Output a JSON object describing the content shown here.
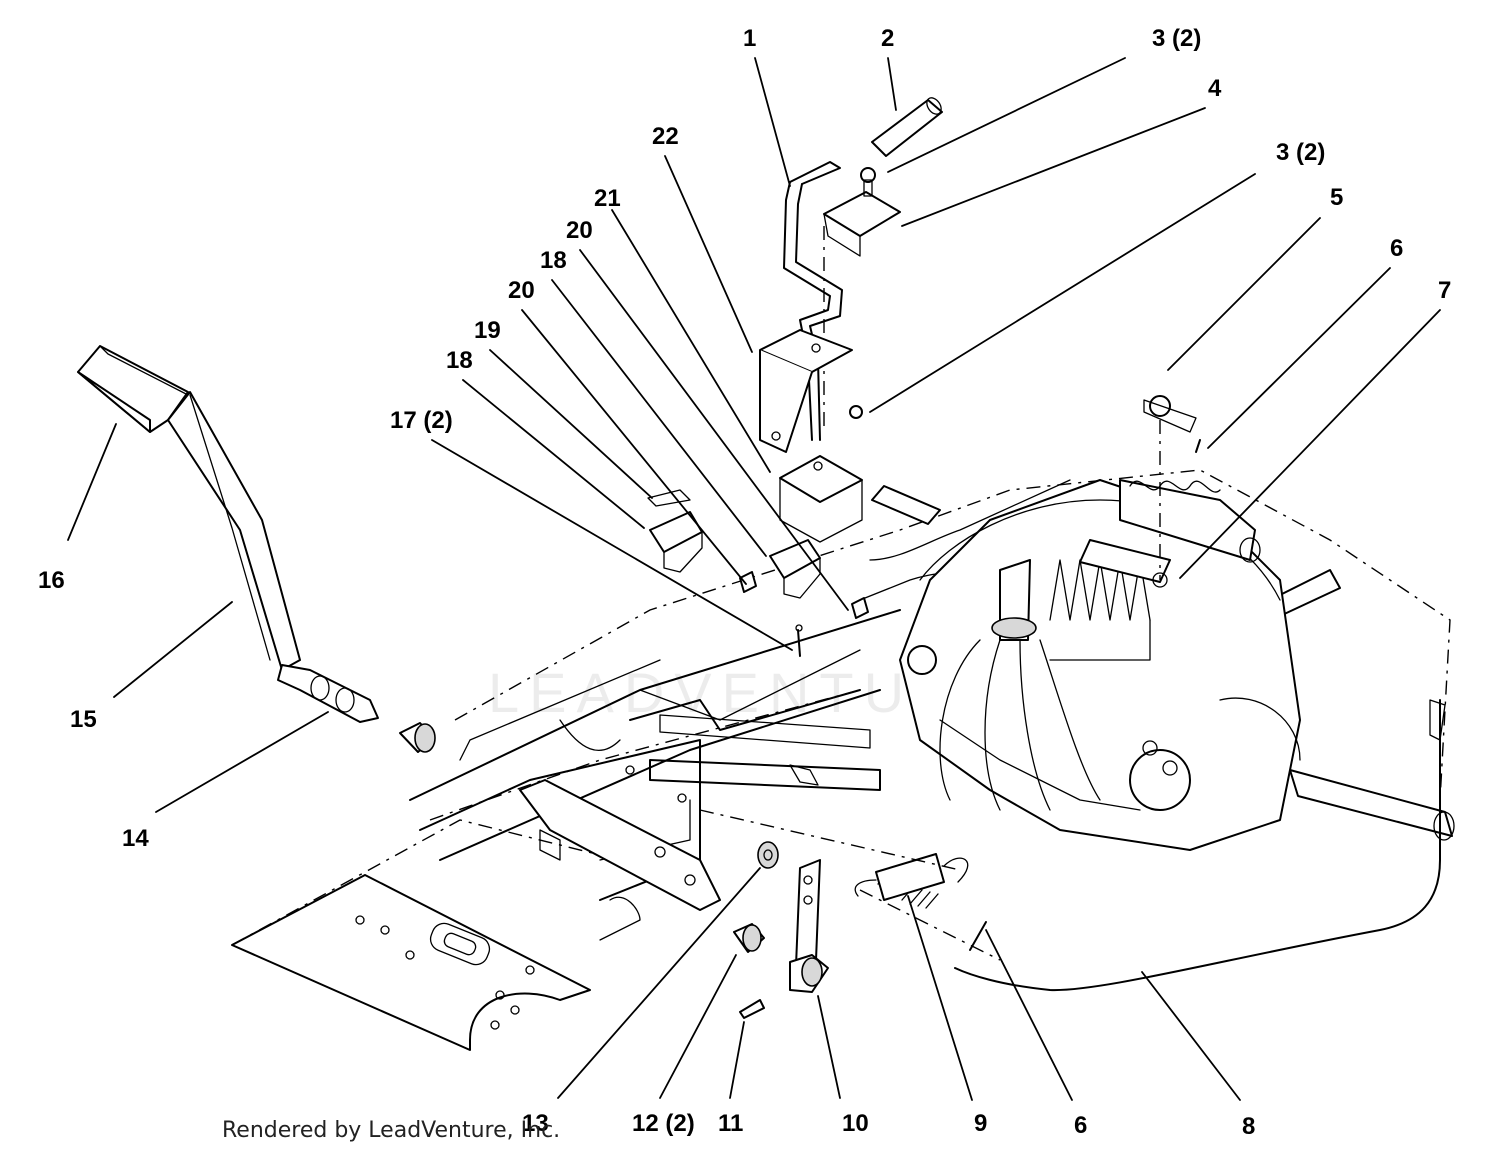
{
  "diagram": {
    "callouts": [
      {
        "id": "c1",
        "text": "1"
      },
      {
        "id": "c2",
        "text": "2"
      },
      {
        "id": "c3a",
        "text": "3 (2)"
      },
      {
        "id": "c4",
        "text": "4"
      },
      {
        "id": "c3b",
        "text": "3 (2)"
      },
      {
        "id": "c5",
        "text": "5"
      },
      {
        "id": "c6a",
        "text": "6"
      },
      {
        "id": "c7",
        "text": "7"
      },
      {
        "id": "c22",
        "text": "22"
      },
      {
        "id": "c21",
        "text": "21"
      },
      {
        "id": "c20a",
        "text": "20"
      },
      {
        "id": "c18a",
        "text": "18"
      },
      {
        "id": "c20b",
        "text": "20"
      },
      {
        "id": "c19",
        "text": "19"
      },
      {
        "id": "c18b",
        "text": "18"
      },
      {
        "id": "c17",
        "text": "17 (2)"
      },
      {
        "id": "c16",
        "text": "16"
      },
      {
        "id": "c15",
        "text": "15"
      },
      {
        "id": "c14",
        "text": "14"
      },
      {
        "id": "c13",
        "text": "13"
      },
      {
        "id": "c12",
        "text": "12 (2)"
      },
      {
        "id": "c11",
        "text": "11"
      },
      {
        "id": "c10",
        "text": "10"
      },
      {
        "id": "c9",
        "text": "9"
      },
      {
        "id": "c6b",
        "text": "6"
      },
      {
        "id": "c8",
        "text": "8"
      }
    ],
    "watermark": "LEADVENTURE",
    "credit": "Rendered by LeadVenture, Inc."
  }
}
